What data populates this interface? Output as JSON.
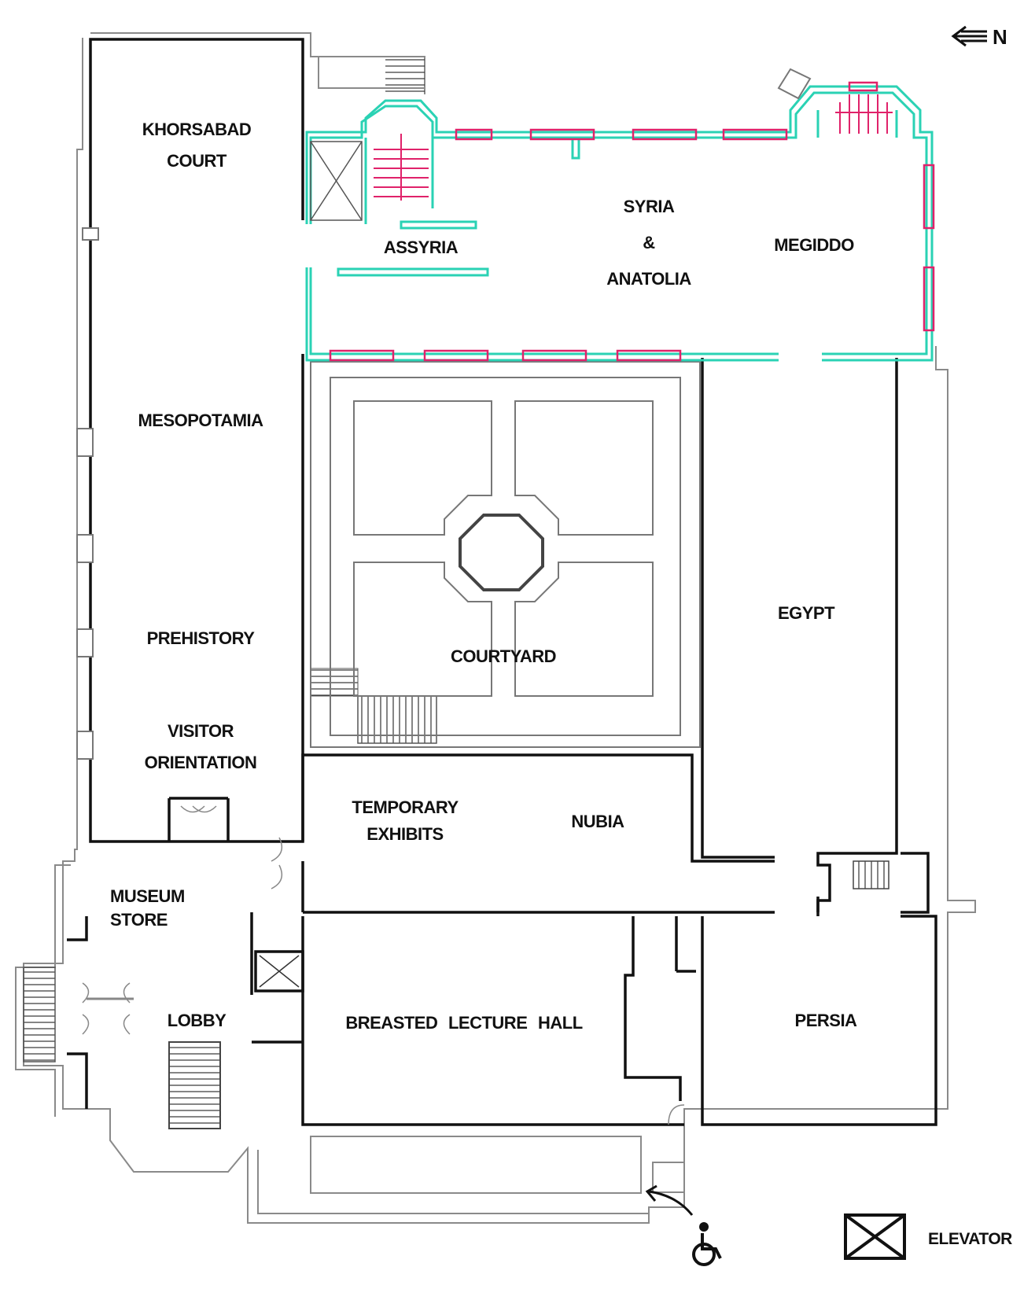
{
  "compass": {
    "label": "N",
    "icon": "arrow-left-icon"
  },
  "rooms": {
    "khorsabad_court": [
      "KHORSABAD",
      "COURT"
    ],
    "assyria": "ASSYRIA",
    "syria_anatolia": [
      "SYRIA",
      "&",
      "ANATOLIA"
    ],
    "megiddo": "MEGIDDO",
    "mesopotamia": "MESOPOTAMIA",
    "prehistory": "PREHISTORY",
    "visitor_orientation": [
      "VISITOR",
      "ORIENTATION"
    ],
    "courtyard": "COURTYARD",
    "egypt": "EGYPT",
    "temporary_exhibits": [
      "TEMPORARY",
      "EXHIBITS"
    ],
    "nubia": "NUBIA",
    "museum_store": [
      "MUSEUM",
      "STORE"
    ],
    "lobby": "LOBBY",
    "breasted_lecture_hall": "BREASTED LECTURE HALL",
    "persia": "PERSIA"
  },
  "legend": {
    "elevator_label": "ELEVATOR",
    "elevator_icon": "elevator-icon"
  },
  "accessible_entrance": {
    "icon": "wheelchair-icon"
  },
  "colors": {
    "wall": "#111111",
    "highlight_wall": "#2ad2b4",
    "display_case": "#e0226a"
  }
}
